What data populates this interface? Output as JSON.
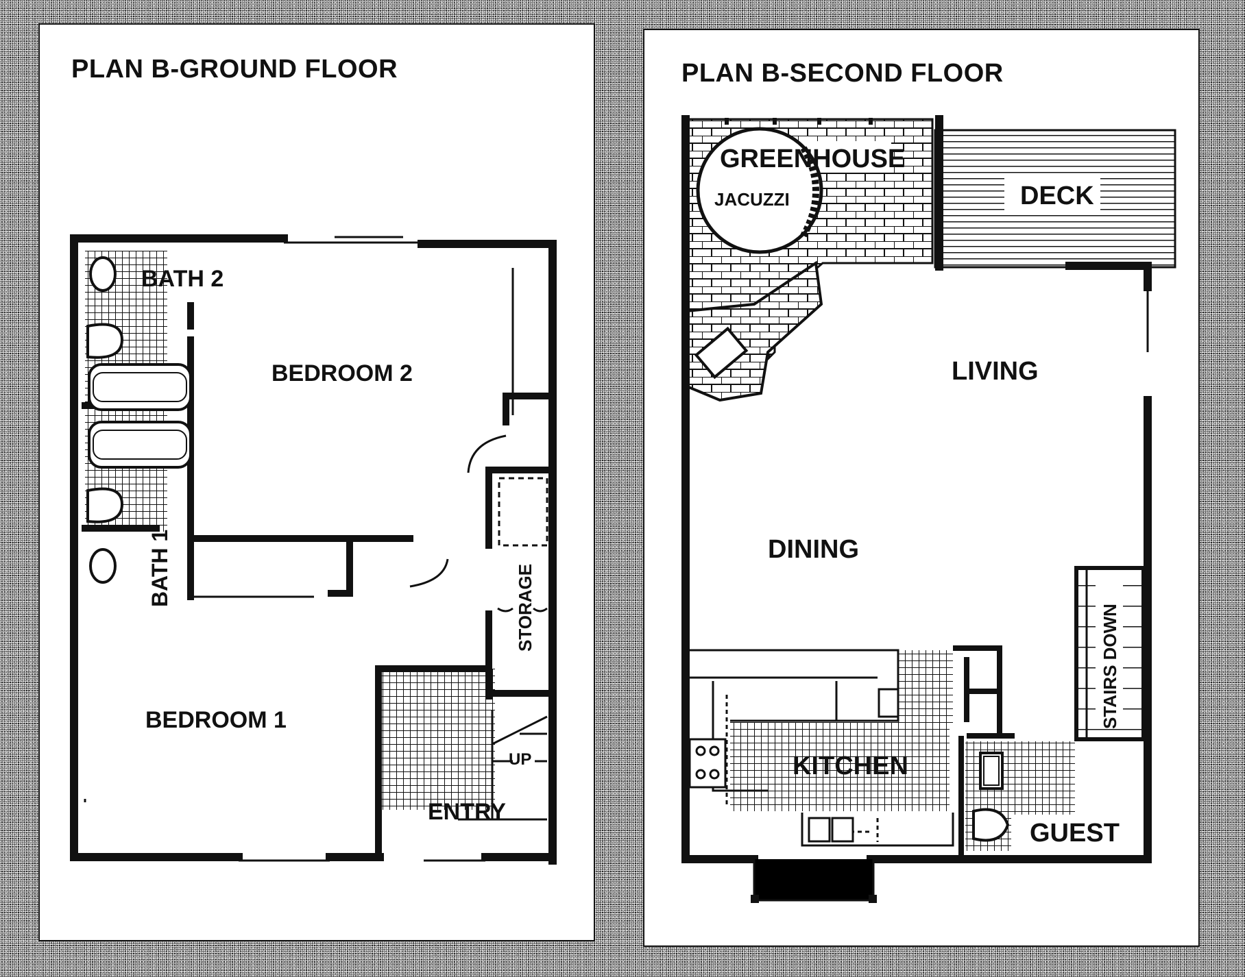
{
  "plans": {
    "ground": {
      "title": "PLAN B-GROUND FLOOR",
      "rooms": {
        "bath2": "BATH 2",
        "bedroom2": "BEDROOM 2",
        "bath1": "BATH 1",
        "storage": "STORAGE",
        "bedroom1": "BEDROOM 1",
        "up": "UP",
        "entry": "ENTRY"
      }
    },
    "second": {
      "title": "PLAN B-SECOND FLOOR",
      "rooms": {
        "greenhouse": "GREENHOUSE",
        "jacuzzi": "JACUZZI",
        "deck": "DECK",
        "living": "LIVING",
        "dining": "DINING",
        "stairs_down": "STAIRS DOWN",
        "kitchen": "KITCHEN",
        "guest": "GUEST"
      }
    }
  },
  "colors": {
    "ink": "#111111",
    "paper": "#ffffff",
    "background": "#6a6a6a"
  }
}
